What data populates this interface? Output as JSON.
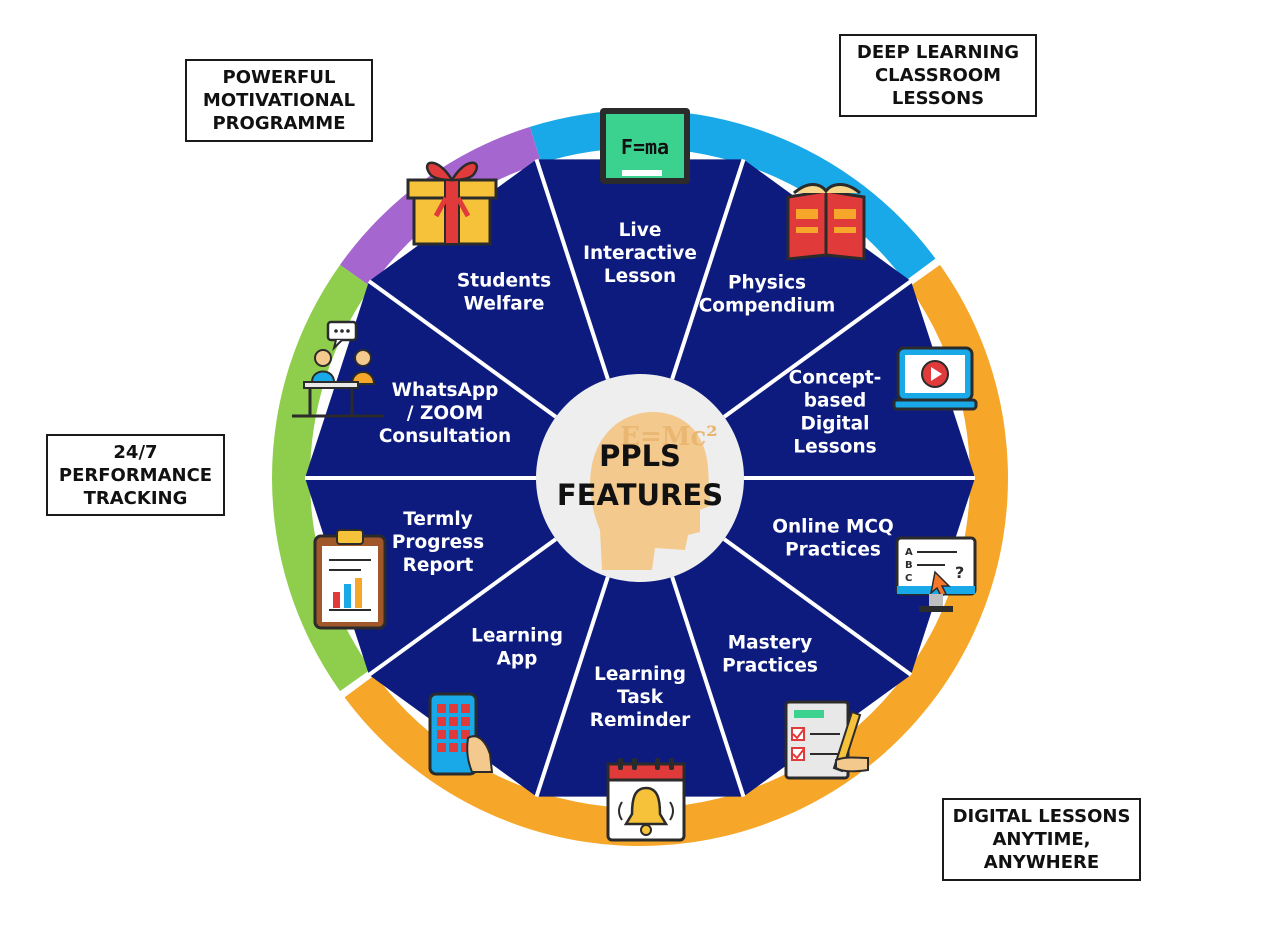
{
  "colors": {
    "navy": "#0d1b7e",
    "blue_band": "#1aa9e8",
    "orange_band": "#f6a72a",
    "green_band": "#8fce4c",
    "purple_band": "#a566cf",
    "center_circle": "#eeeeee",
    "center_head": "#f4c98e"
  },
  "center": {
    "line1": "PPLS",
    "line2": "FEATURES"
  },
  "callouts": {
    "motivational": "POWERFUL\nMOTIVATIONAL\nPROGRAMME",
    "deep_learning": "DEEP LEARNING\nCLASSROOM\nLESSONS",
    "performance": "24/7\nPERFORMANCE\nTRACKING",
    "digital": "DIGITAL LESSONS\nANYTIME,\nANYWHERE"
  },
  "segments": [
    {
      "lines": [
        "Live",
        "Interactive",
        "Lesson"
      ],
      "icon": "chalkboard-formula-icon",
      "formula": "F=ma"
    },
    {
      "lines": [
        "Physics",
        "Compendium"
      ],
      "icon": "open-book-icon"
    },
    {
      "lines": [
        "Concept-",
        "based",
        "Digital",
        "Lessons"
      ],
      "icon": "video-laptop-icon"
    },
    {
      "lines": [
        "Online MCQ",
        "Practices"
      ],
      "icon": "mcq-monitor-icon",
      "options": [
        "A",
        "B",
        "C",
        "?"
      ]
    },
    {
      "lines": [
        "Mastery",
        "Practices"
      ],
      "icon": "checklist-pencil-icon"
    },
    {
      "lines": [
        "Learning",
        "Task",
        "Reminder"
      ],
      "icon": "calendar-bell-icon"
    },
    {
      "lines": [
        "Learning",
        "App"
      ],
      "icon": "phone-app-icon"
    },
    {
      "lines": [
        "Termly",
        "Progress",
        "Report"
      ],
      "icon": "clipboard-report-icon"
    },
    {
      "lines": [
        "WhatsApp",
        "/ ZOOM",
        "Consultation"
      ],
      "icon": "consultation-icon"
    },
    {
      "lines": [
        "Students",
        "Welfare"
      ],
      "icon": "gift-box-icon"
    }
  ]
}
